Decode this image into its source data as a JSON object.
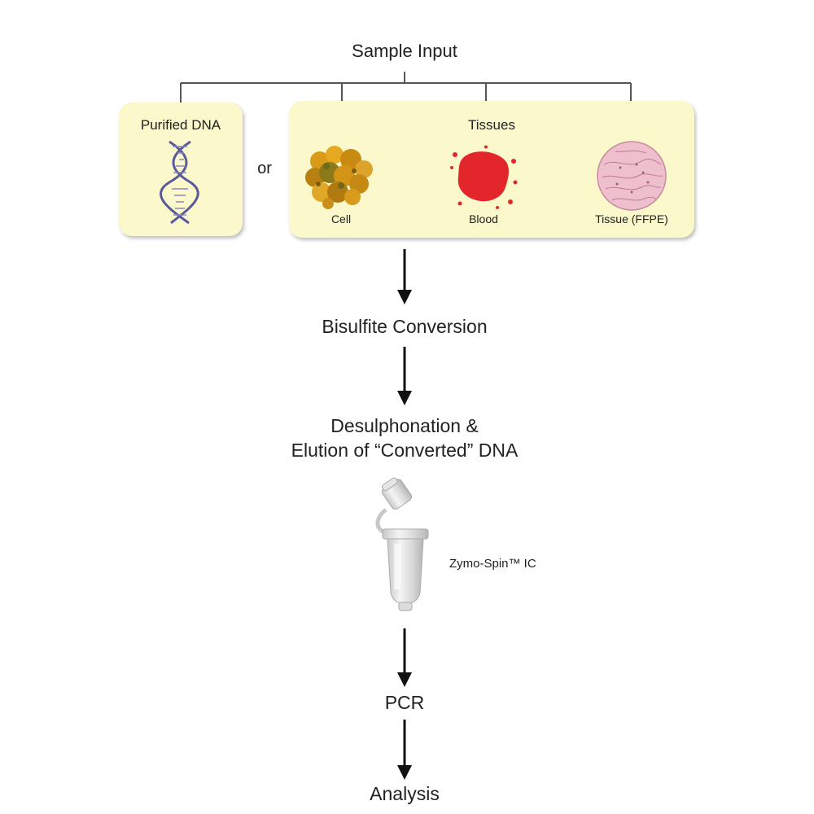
{
  "diagram": {
    "title": "Sample Input",
    "purified_dna": {
      "label": "Purified DNA"
    },
    "or_label": "or",
    "tissues": {
      "label": "Tissues",
      "items": [
        {
          "label": "Cell",
          "icon": "cell-cluster-icon"
        },
        {
          "label": "Blood",
          "icon": "blood-splash-icon"
        },
        {
          "label": "Tissue (FFPE)",
          "icon": "tissue-section-icon"
        }
      ]
    },
    "steps": {
      "bisulfite": "Bisulfite Conversion",
      "desulph_line1": "Desulphonation &",
      "desulph_line2": "Elution of “Converted” DNA",
      "column_label": "Zymo-Spin™ IC",
      "pcr": "PCR",
      "analysis": "Analysis"
    },
    "colors": {
      "panel_fill": "#fbf8cc",
      "line": "#444444",
      "arrow": "#111111",
      "dna": "#5a5a9a",
      "cell": "#c98a12",
      "blood": "#e3262b",
      "tissue": "#e8b4c4"
    }
  }
}
